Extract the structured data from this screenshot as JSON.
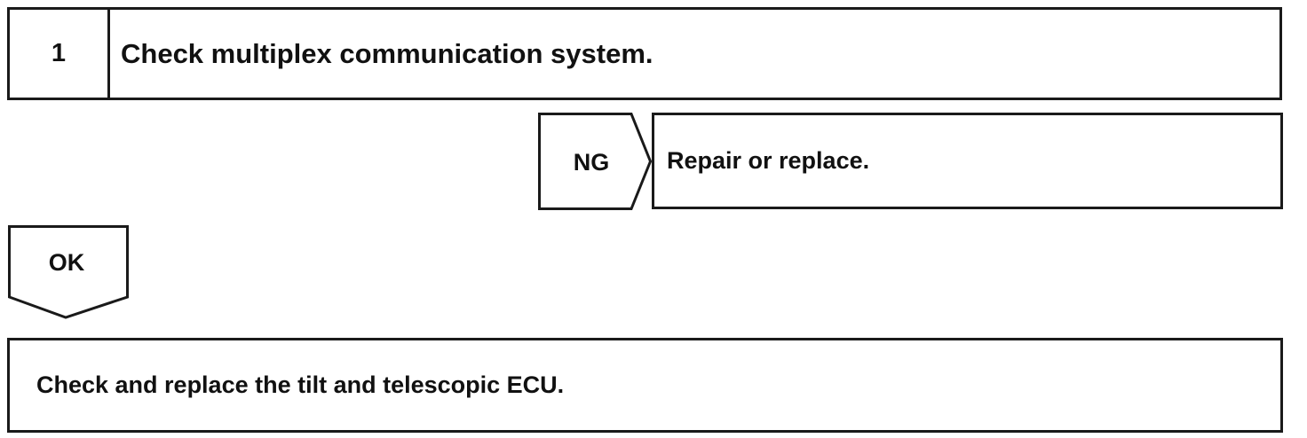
{
  "step": {
    "number": "1",
    "title": "Check multiplex communication system."
  },
  "ng_branch": {
    "label": "NG",
    "result": "Repair or replace."
  },
  "ok_branch": {
    "label": "OK"
  },
  "final_action": {
    "text": "Check and replace the tilt and telescopic ECU."
  }
}
